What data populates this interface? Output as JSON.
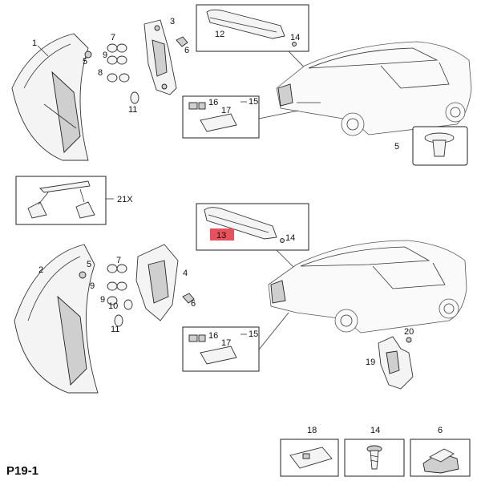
{
  "diagram_id": "P19-1",
  "callouts": {
    "c1": "1",
    "c2": "2",
    "c3": "3",
    "c4": "4",
    "c5a": "5",
    "c5b": "5",
    "c5c": "5",
    "c6a": "6",
    "c6b": "6",
    "c6c": "6",
    "c7a": "7",
    "c7b": "7",
    "c8": "8",
    "c9a": "9",
    "c9b": "9",
    "c10": "10",
    "c11a": "11",
    "c11b": "11",
    "c12": "12",
    "c13": "13",
    "c14a": "14",
    "c14b": "14",
    "c14c": "14",
    "c15a": "15",
    "c15b": "15",
    "c16a": "16",
    "c16b": "16",
    "c17a": "17",
    "c17b": "17",
    "c18": "18",
    "c19": "19",
    "c20": "20",
    "c21": "21X"
  },
  "highlight_color": "#e8505b"
}
